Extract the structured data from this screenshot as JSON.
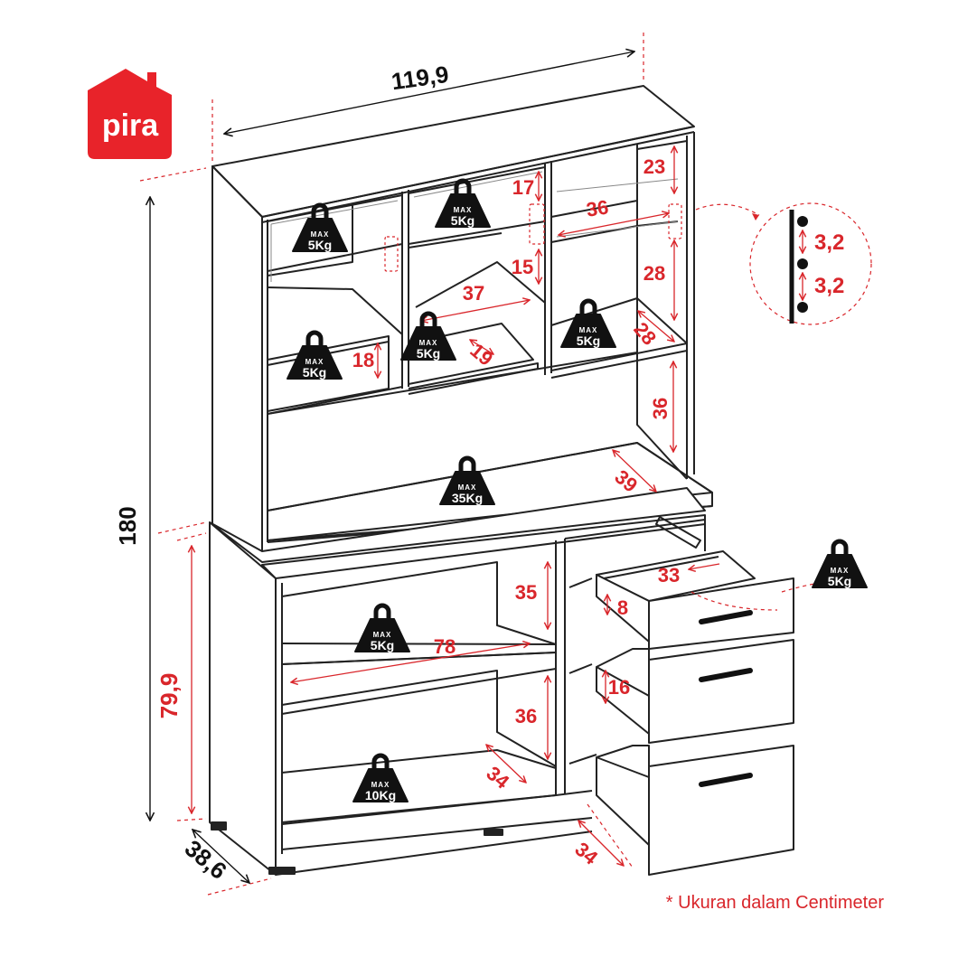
{
  "brand": {
    "logo_text": "pira",
    "color": "#e8232a"
  },
  "accent_color": "#d9262b",
  "overall": {
    "width": "119,9",
    "height": "180",
    "depth": "38,6",
    "lower_height": "79,9"
  },
  "detail": {
    "gap1": "3,2",
    "gap2": "3,2"
  },
  "hutch": {
    "d23": "23",
    "d36_right": "36",
    "d28_height": "28",
    "d28_depth": "28",
    "d36_lower": "36",
    "d39": "39",
    "d17": "17",
    "d15": "15",
    "d37": "37",
    "d19": "19",
    "d18": "18"
  },
  "base": {
    "d35": "35",
    "d78": "78",
    "d36": "36",
    "d34": "34"
  },
  "drawers": {
    "d33": "33",
    "d8": "8",
    "d16": "16",
    "d34": "34"
  },
  "weights": {
    "max_label": "MAX",
    "w_top_left": "5Kg",
    "w_top_mid": "5Kg",
    "w_top_right": "5Kg",
    "w_mid_left": "5Kg",
    "w_mid_center": "5Kg",
    "w_counter": "35Kg",
    "w_shelf": "5Kg",
    "w_bottom": "10Kg",
    "w_drawer": "5Kg"
  },
  "note": "* Ukuran dalam Centimeter"
}
